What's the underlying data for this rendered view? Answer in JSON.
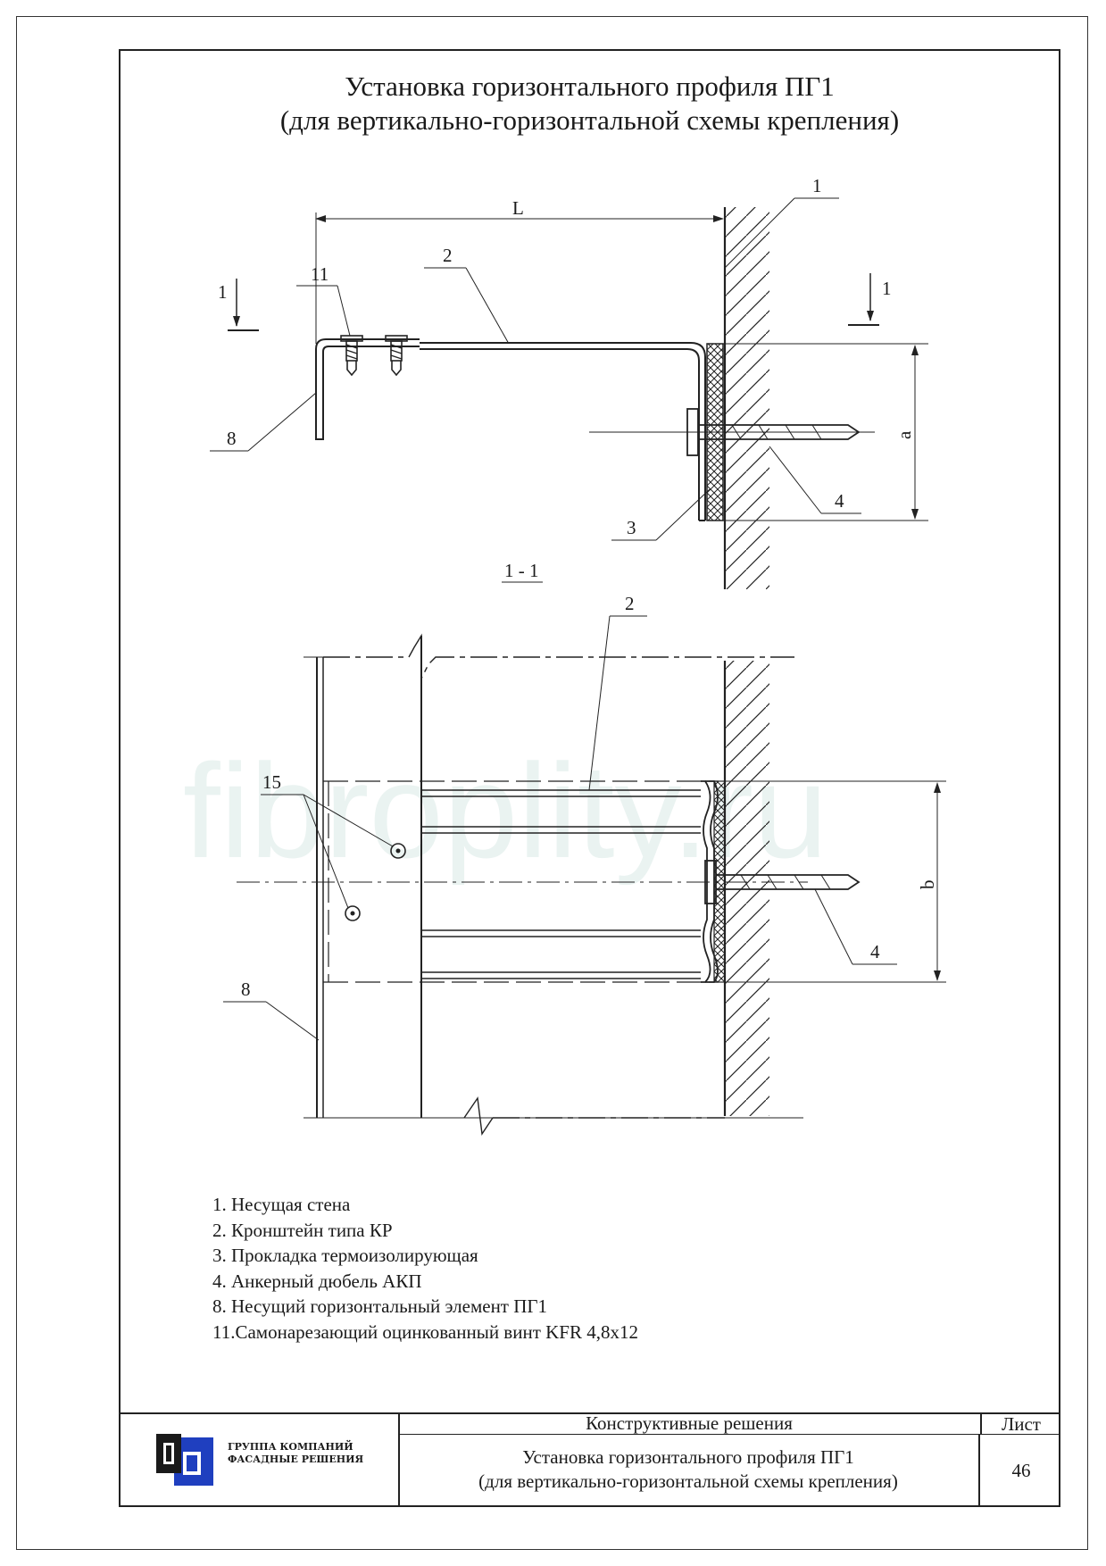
{
  "title": {
    "line1": "Установка горизонтального профиля ПГ1",
    "line2": "(для вертикально-горизонтальной схемы крепления)"
  },
  "watermark": "fibroplity.ru",
  "dimensions": {
    "L": "L",
    "a": "a",
    "b": "b"
  },
  "section_mark": {
    "number": "1",
    "section_label": "1 - 1"
  },
  "callouts": {
    "wall": "1",
    "bracket": "2",
    "pad": "3",
    "anchor": "4",
    "profile": "8",
    "screw": "11",
    "holes": "15"
  },
  "legend": [
    "1. Несущая стена",
    "2. Кронштейн типа КР",
    "3. Прокладка термоизолирующая",
    "4. Анкерный дюбель АКП",
    "8. Несущий горизонтальный элемент ПГ1",
    "11.Самонарезающий оцинкованный винт KFR 4,8x12"
  ],
  "stamp": {
    "logo_line1": "ГРУППА КОМПАНИЙ",
    "logo_line2": "ФАСАДНЫЕ РЕШЕНИЯ",
    "section": "Конструктивные решения",
    "desc_line1": "Установка горизонтального профиля ПГ1",
    "desc_line2": "(для вертикально-горизонтальной схемы крепления)",
    "sheet_label": "Лист",
    "sheet_number": "46"
  },
  "colors": {
    "line": "#1a1a1a",
    "logo_blue": "#1f3fbf",
    "watermark": "#eaf3f1"
  }
}
